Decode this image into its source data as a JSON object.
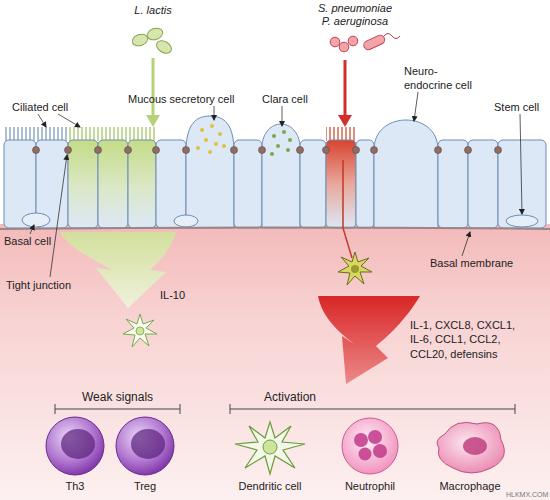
{
  "diagram": {
    "nodes": [
      {
        "text": [
          "L. lactis"
        ]
      },
      {
        "text": [
          "S. pneumoniae P. aeruginosa"
        ]
      },
      {
        "text": [
          "Th3"
        ]
      },
      {
        "text": [
          "Treg"
        ]
      },
      {
        "text": [
          "Dendritic cell"
        ]
      },
      {
        "text": [
          "Neutrophil"
        ]
      },
      {
        "text": [
          "Macrophage"
        ]
      }
    ],
    "labels": [
      "Ciliated cell",
      "Mucous secretory cell",
      "Clara cell",
      "Neuro- endocrine cell",
      "Stem cell",
      "Basal cell",
      "Tight junction",
      "Basal membrane",
      "IL-10",
      "IL-1, CXCL8, CXCL1, IL-6, CCL1, CCL2, CCL20, defensins",
      "Weak signals",
      "Activation",
      "HLKMX.COM"
    ]
  }
}
